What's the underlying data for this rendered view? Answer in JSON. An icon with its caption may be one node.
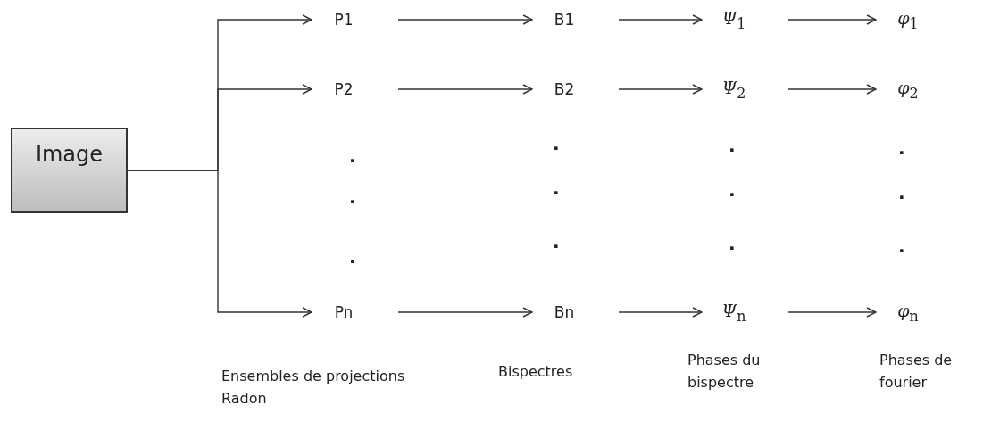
{
  "diagram": {
    "nodes": [
      {
        "text": [
          "Image"
        ]
      },
      {
        "text": [
          "P1"
        ]
      },
      {
        "text": [
          "B1"
        ]
      },
      {
        "text": [
          "*Ψ*$_{1}$"
        ]
      },
      {
        "text": [
          "*φ*$_{1}$"
        ]
      },
      {
        "text": [
          "P2"
        ]
      },
      {
        "text": [
          "B2"
        ]
      },
      {
        "text": [
          "*Ψ*$_{2}$"
        ]
      },
      {
        "text": [
          "*φ*$_{2}$"
        ]
      },
      {
        "text": [
          "Pn"
        ]
      },
      {
        "text": [
          "Bn"
        ]
      },
      {
        "text": [
          "*Ψ*$_{n}$"
        ]
      },
      {
        "text": [
          "*φ*$_{n}$"
        ]
      }
    ],
    "edges": [
      {
        "from": 0,
        "to": 1,
        "arrow": "to"
      },
      {
        "from": 0,
        "to": 5,
        "arrow": "to"
      },
      {
        "from": 0,
        "to": 9,
        "arrow": "to"
      },
      {
        "from": 1,
        "to": 2,
        "arrow": "to"
      },
      {
        "from": 2,
        "to": 3,
        "arrow": "to"
      },
      {
        "from": 3,
        "to": 4,
        "arrow": "to"
      },
      {
        "from": 5,
        "to": 6,
        "arrow": "to"
      },
      {
        "from": 6,
        "to": 7,
        "arrow": "to"
      },
      {
        "from": 7,
        "to": 8,
        "arrow": "to"
      },
      {
        "from": 9,
        "to": 10,
        "arrow": "to"
      },
      {
        "from": 10,
        "to": 11,
        "arrow": "to"
      },
      {
        "from": 11,
        "to": 12,
        "arrow": "to"
      }
    ],
    "labels": [
      ".",
      ".",
      ".",
      ".",
      ".",
      ".",
      ".",
      ".",
      ".",
      ".",
      ".",
      ".",
      "Ensembles de projections Radon",
      "Bispectres",
      "Phases du bispectre",
      "Phases de fourier"
    ]
  }
}
